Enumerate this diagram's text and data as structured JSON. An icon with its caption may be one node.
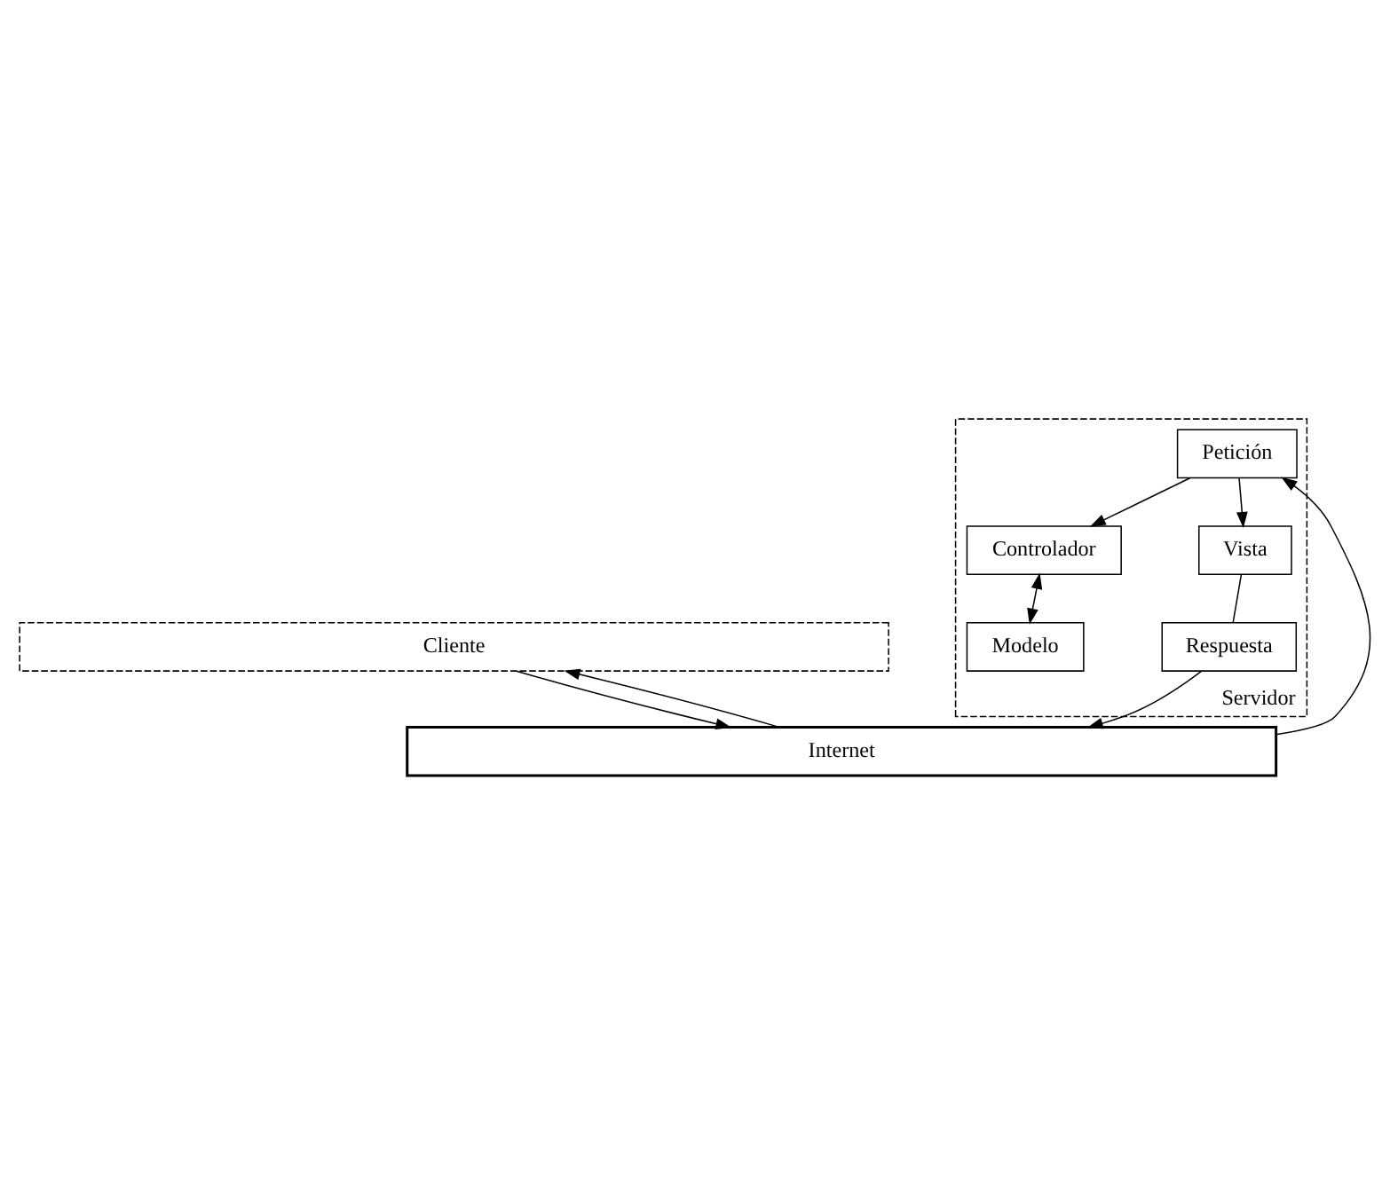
{
  "diagram": {
    "nodes": [
      {
        "text": [
          "Cliente"
        ]
      },
      {
        "text": [
          "Internet"
        ]
      },
      {
        "text": [
          "Servidor"
        ]
      },
      {
        "text": [
          "Petición"
        ],
        "in": 2
      },
      {
        "text": [
          "Controlador"
        ],
        "in": 2
      },
      {
        "text": [
          "Modelo"
        ],
        "in": 2
      },
      {
        "text": [
          "Vista"
        ],
        "in": 2
      },
      {
        "text": [
          "Respuesta"
        ],
        "in": 2
      }
    ],
    "edges": [
      {
        "from": 0,
        "to": 1,
        "arrow": "to"
      },
      {
        "from": 1,
        "to": 0,
        "arrow": "to"
      },
      {
        "from": 1,
        "to": 3,
        "arrow": "to"
      },
      {
        "from": 3,
        "to": 4,
        "arrow": "to"
      },
      {
        "from": 3,
        "to": 6,
        "arrow": "to"
      },
      {
        "from": 4,
        "to": 5,
        "arrow": "both"
      },
      {
        "from": 6,
        "to": 7,
        "arrow": "none"
      },
      {
        "from": 7,
        "to": 1,
        "arrow": "to"
      }
    ]
  }
}
